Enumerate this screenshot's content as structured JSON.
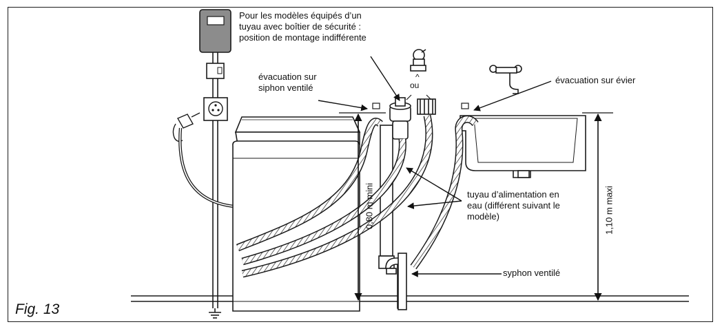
{
  "figure": {
    "caption": "Fig. 13"
  },
  "labels": {
    "safety_box_line1": "Pour les modèles équipés d’un",
    "safety_box_line2": "tuyau avec boîtier de sécurité :",
    "safety_box_line3": "position de montage indifférente",
    "or": "ou",
    "drain_ventilated_line1": "évacuation sur",
    "drain_ventilated_line2": "siphon ventilé",
    "drain_sink": "évacuation sur évier",
    "supply_line1": "tuyau d’alimentation en",
    "supply_line2": "eau (différent suivant le",
    "supply_line3": "modèle)",
    "siphon": "syphon ventilé",
    "height_min": "0,80 m mini",
    "height_max": "1,10 m maxi"
  },
  "colors": {
    "line": "#1a1a1a",
    "panel_fill": "#8c8c8c",
    "background": "#ffffff"
  }
}
